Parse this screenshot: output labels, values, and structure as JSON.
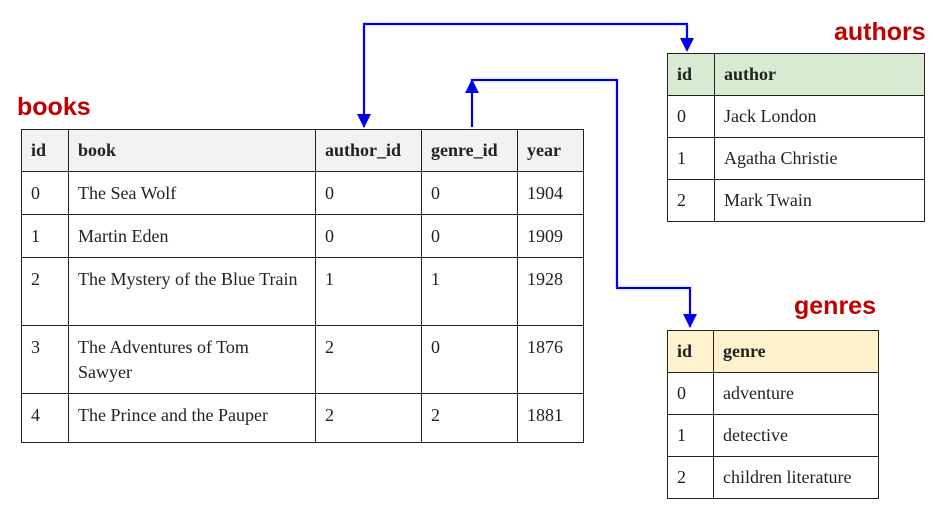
{
  "books": {
    "title": "books",
    "headers": [
      "id",
      "book",
      "author_id",
      "genre_id",
      "year"
    ],
    "rows": [
      [
        "0",
        "The Sea Wolf",
        "0",
        "0",
        "1904"
      ],
      [
        "1",
        "Martin Eden",
        "0",
        "0",
        "1909"
      ],
      [
        "2",
        "The Mystery of the Blue Train",
        "1",
        "1",
        "1928"
      ],
      [
        "3",
        "The Adventures of Tom Sawyer",
        "2",
        "0",
        "1876"
      ],
      [
        "4",
        "The Prince and the Pauper",
        "2",
        "2",
        "1881"
      ]
    ]
  },
  "authors": {
    "title": "authors",
    "headers": [
      "id",
      "author"
    ],
    "rows": [
      [
        "0",
        "Jack London"
      ],
      [
        "1",
        "Agatha Christie"
      ],
      [
        "2",
        "Mark Twain"
      ]
    ]
  },
  "genres": {
    "title": "genres",
    "headers": [
      "id",
      "genre"
    ],
    "rows": [
      [
        "0",
        "adventure"
      ],
      [
        "1",
        "detective"
      ],
      [
        "2",
        "children literature"
      ]
    ]
  },
  "colors": {
    "title": "#c00000",
    "arrow": "#0000ee",
    "authors_header": "#d9ead3",
    "genres_header": "#fff2cc",
    "books_header": "#f2f2f2"
  }
}
